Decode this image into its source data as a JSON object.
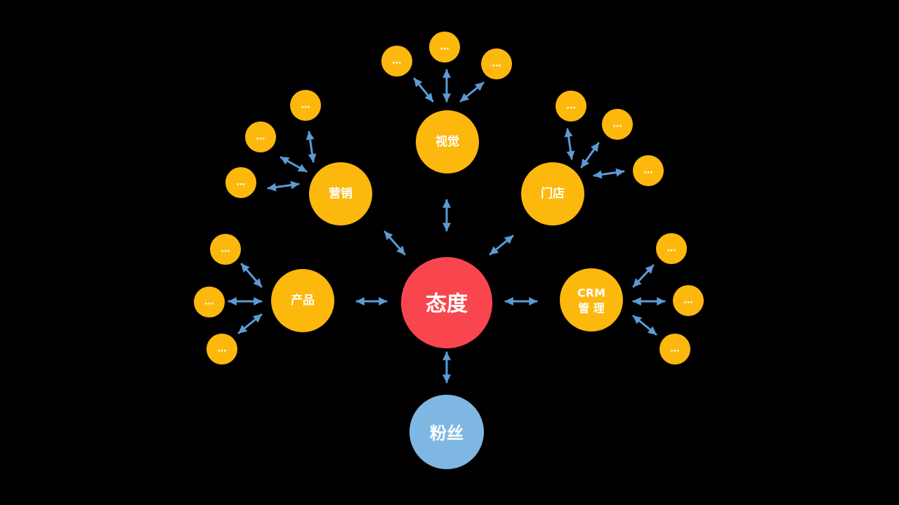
{
  "colors": {
    "background": "#000000",
    "center": "#F9464E",
    "branch": "#FDB80D",
    "fans": "#7EB8E2",
    "arrow": "#5B9BD5"
  },
  "center": {
    "label": "态度"
  },
  "fans": {
    "label": "粉丝"
  },
  "branches": [
    {
      "id": "product",
      "label": "产品",
      "leaves": [
        "…",
        "…",
        "…"
      ]
    },
    {
      "id": "marketing",
      "label": "营销",
      "leaves": [
        "…",
        "…",
        "…"
      ]
    },
    {
      "id": "visual",
      "label": "视觉",
      "leaves": [
        "…",
        "…",
        "…"
      ]
    },
    {
      "id": "store",
      "label": "门店",
      "leaves": [
        "…",
        "…",
        "…"
      ]
    },
    {
      "id": "crm",
      "label_line1": "CRM",
      "label_line2": "管 理",
      "leaves": [
        "…",
        "…",
        "…"
      ]
    }
  ]
}
